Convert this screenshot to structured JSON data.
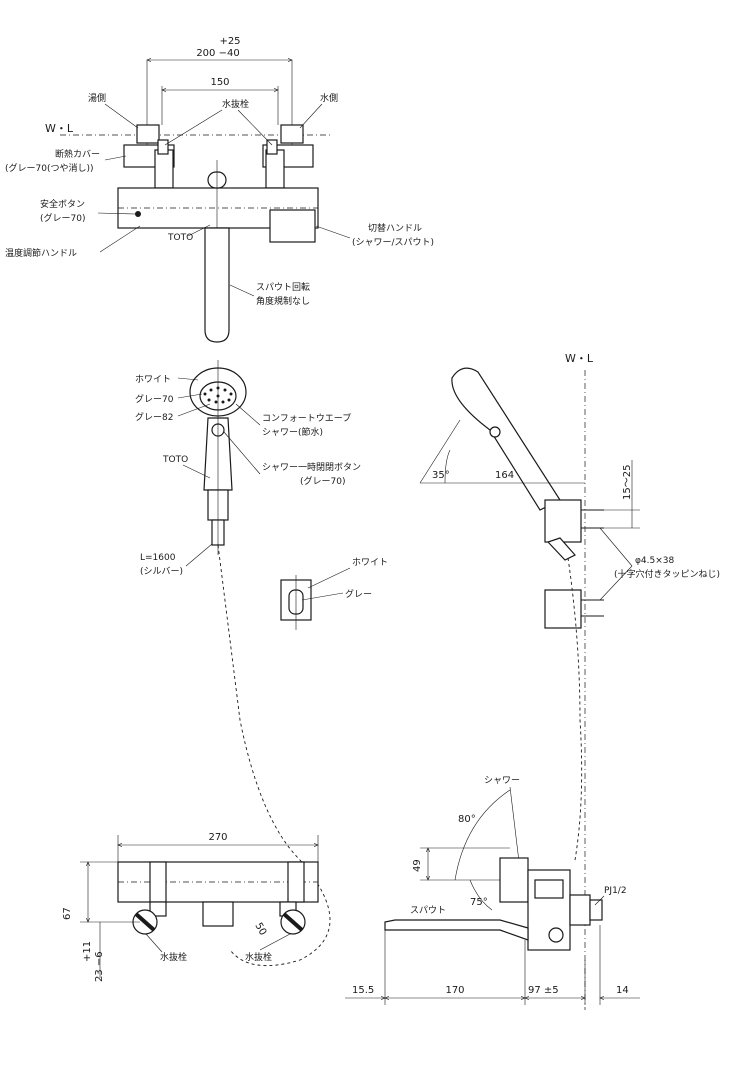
{
  "labels": {
    "hot_side": "湯側",
    "cold_side": "水側",
    "wl_top": "W・L",
    "drain_plug_top": "水抜栓",
    "heat_cover_1": "断熱カバー",
    "heat_cover_2": "(グレー70(つや消し))",
    "safety_button_1": "安全ボタン",
    "safety_button_2": "(グレー70)",
    "temp_handle": "温度調節ハンドル",
    "toto_body": "TOTO",
    "switch_handle_1": "切替ハンドル",
    "switch_handle_2": "(シャワー/スパウト)",
    "spout_rotation_1": "スパウト回転",
    "spout_rotation_2": "角度規制なし",
    "white_head": "ホワイト",
    "grey70_head": "グレー70",
    "grey82_head": "グレー82",
    "comfort_wave_1": "コンフォートウエーブ",
    "comfort_wave_2": "シャワー(節水)",
    "toto_handle": "TOTO",
    "stop_button_1": "シャワー一時閉閉ボタン",
    "stop_button_2": "(グレー70)",
    "hose_length": "L=1600",
    "hose_color": "(シルバー)",
    "holder_white": "ホワイト",
    "holder_grey": "グレー",
    "wl_side": "W・L",
    "screw_spec": "φ4.5×38",
    "screw_type": "(十字穴付きタッピンねじ)",
    "shower_label": "シャワー",
    "spout_label": "スパウト",
    "drain_plug_left": "水抜栓",
    "drain_plug_right": "水抜栓",
    "pj_label": "PJ1/2"
  },
  "dimensions": {
    "tol_plus": "+25",
    "width_range": "200 −40",
    "pitch": "150",
    "angle_35": "35°",
    "head_164": "164",
    "range_15_25": "15〜25",
    "width_270": "270",
    "height_67": "67",
    "tol_11": "+11",
    "tol_23_6": "23 −6",
    "pitch_50": "50",
    "angle_80": "80°",
    "height_49": "49",
    "angle_75": "75°",
    "d_15_5": "15.5",
    "d_170": "170",
    "d_97": "97 ±5",
    "d_14": "14"
  },
  "colors": {
    "line": "#1a1a1a",
    "background": "#ffffff"
  }
}
